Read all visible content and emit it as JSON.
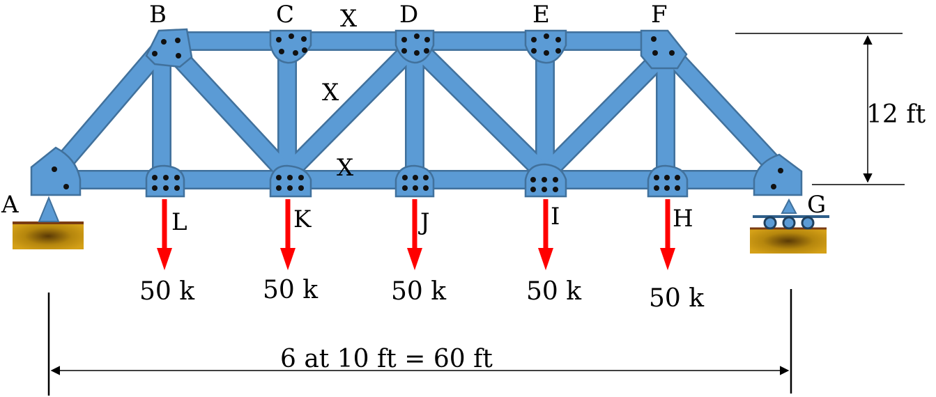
{
  "node_labels": {
    "A": "A",
    "B": "B",
    "C": "C",
    "D": "D",
    "E": "E",
    "F": "F",
    "G": "G",
    "H": "H",
    "I": "I",
    "J": "J",
    "K": "K",
    "L": "L"
  },
  "section_marks": [
    "X",
    "X",
    "X"
  ],
  "loads": [
    "50 k",
    "50 k",
    "50 k",
    "50 k",
    "50 k"
  ],
  "height_dimension": "12 ft",
  "span_dimension": "6 at 10 ft = 60 ft",
  "colors": {
    "member_fill": "#5b9bd5",
    "member_stroke": "#41719c",
    "bolt": "#111111",
    "load_arrow": "#ff0000",
    "support_pin": "#5b9bd5",
    "ground": "#c8960c"
  }
}
